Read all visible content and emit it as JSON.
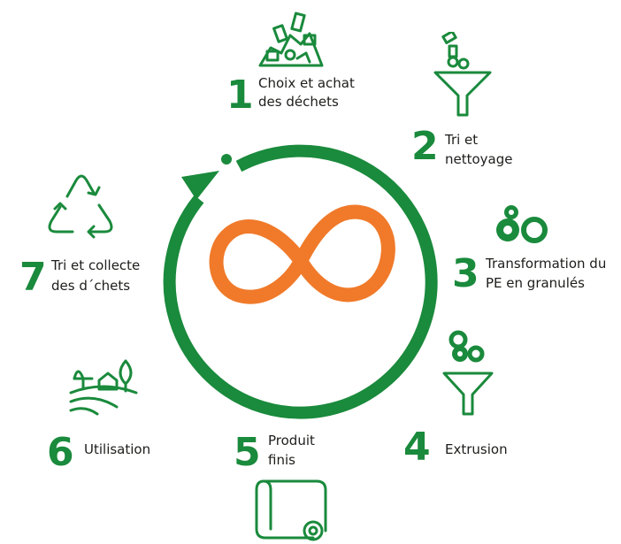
{
  "colors": {
    "green": "#1a8a3c",
    "orange": "#f07a2a",
    "text": "#1d1d1b"
  },
  "steps": [
    {
      "number": "1",
      "line1": "Choix et achat",
      "line2": "des déchets",
      "icon": "waste-pile-icon"
    },
    {
      "number": "2",
      "line1": "Tri et",
      "line2": "nettoyage",
      "icon": "funnel-sorting-icon"
    },
    {
      "number": "3",
      "line1": "Transformation du",
      "line2": "PE en granulés",
      "icon": "pellets-icon"
    },
    {
      "number": "4",
      "line1": "Extrusion",
      "line2": "",
      "icon": "funnel-pellets-icon"
    },
    {
      "number": "5",
      "line1": "Produit",
      "line2": "finis",
      "icon": "film-roll-icon"
    },
    {
      "number": "6",
      "line1": "Utilisation",
      "line2": "",
      "icon": "farm-field-icon"
    },
    {
      "number": "7",
      "line1": "Tri et collecte",
      "line2": "des d´chets",
      "icon": "recycle-icon"
    }
  ],
  "center_icon": "infinity-icon",
  "cycle_icon": "circular-arrow-icon"
}
